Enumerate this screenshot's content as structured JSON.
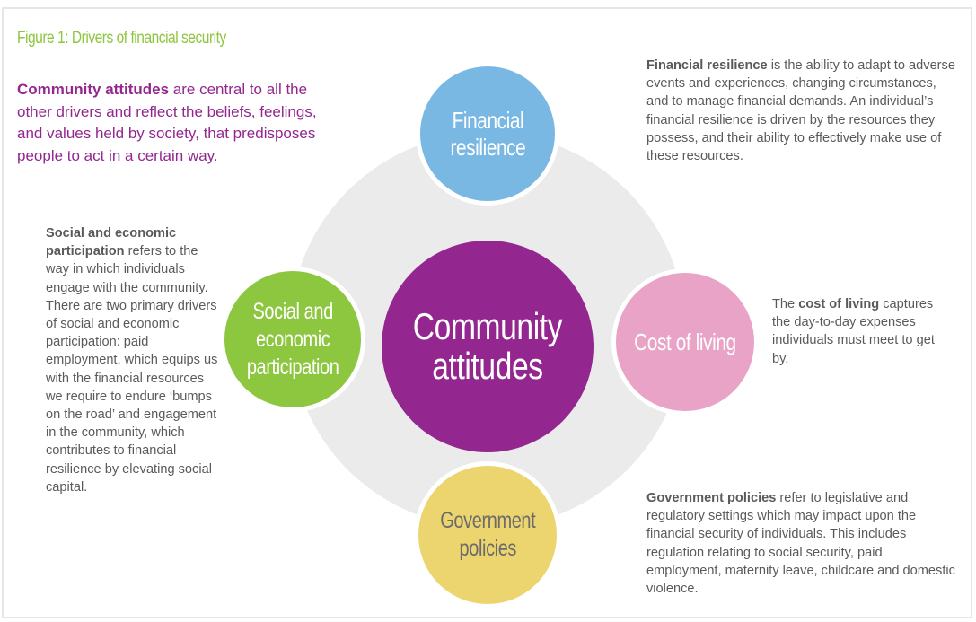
{
  "figure": {
    "title": "Figure 1: Drivers of financial security"
  },
  "circles": {
    "center": "Community\nattitudes",
    "financial_resilience": "Financial\nresilience",
    "social_economic": "Social and\neconomic\nparticipation",
    "cost_of_living": "Cost of living",
    "government_policies": "Government\npolicies"
  },
  "descriptions": {
    "community_attitudes": {
      "bold": "Community attitudes",
      "text": " are central to all the other drivers and reflect the beliefs, feelings, and values held by society, that predisposes people to act in a certain way."
    },
    "financial_resilience": {
      "bold": "Financial resilience",
      "text": " is the ability to adapt to adverse events and experiences, changing circumstances, and to manage financial demands. An individual’s financial resilience is driven by the resources they possess, and their ability to effectively make use of these resources."
    },
    "social_economic": {
      "bold": "Social and economic participation",
      "text": " refers to the way in which individuals engage with the community. There are two primary drivers of social and economic participation: paid employment, which equips us with the financial resources we require to endure ‘bumps on the road’ and engagement in the community, which contributes to financial resilience by elevating social capital."
    },
    "cost_of_living": {
      "prefix": "The ",
      "bold": "cost of living",
      "text": " captures the day-to-day expenses individuals must meet to get by."
    },
    "government_policies": {
      "bold": "Government policies",
      "text": " refer to legislative and regulatory settings which may impact upon the financial security of individuals. This includes regulation relating to social security, paid employment, maternity leave, childcare and domestic violence."
    }
  },
  "colors": {
    "title_green": "#8dc63f",
    "community_purple": "#93278f",
    "resilience_blue": "#7ab8e4",
    "participation_green": "#8dc63f",
    "cost_pink": "#e8a3c6",
    "policy_yellow": "#ecd56e",
    "ring_grey": "#ebebeb",
    "body_text": "#5a5a5a"
  }
}
